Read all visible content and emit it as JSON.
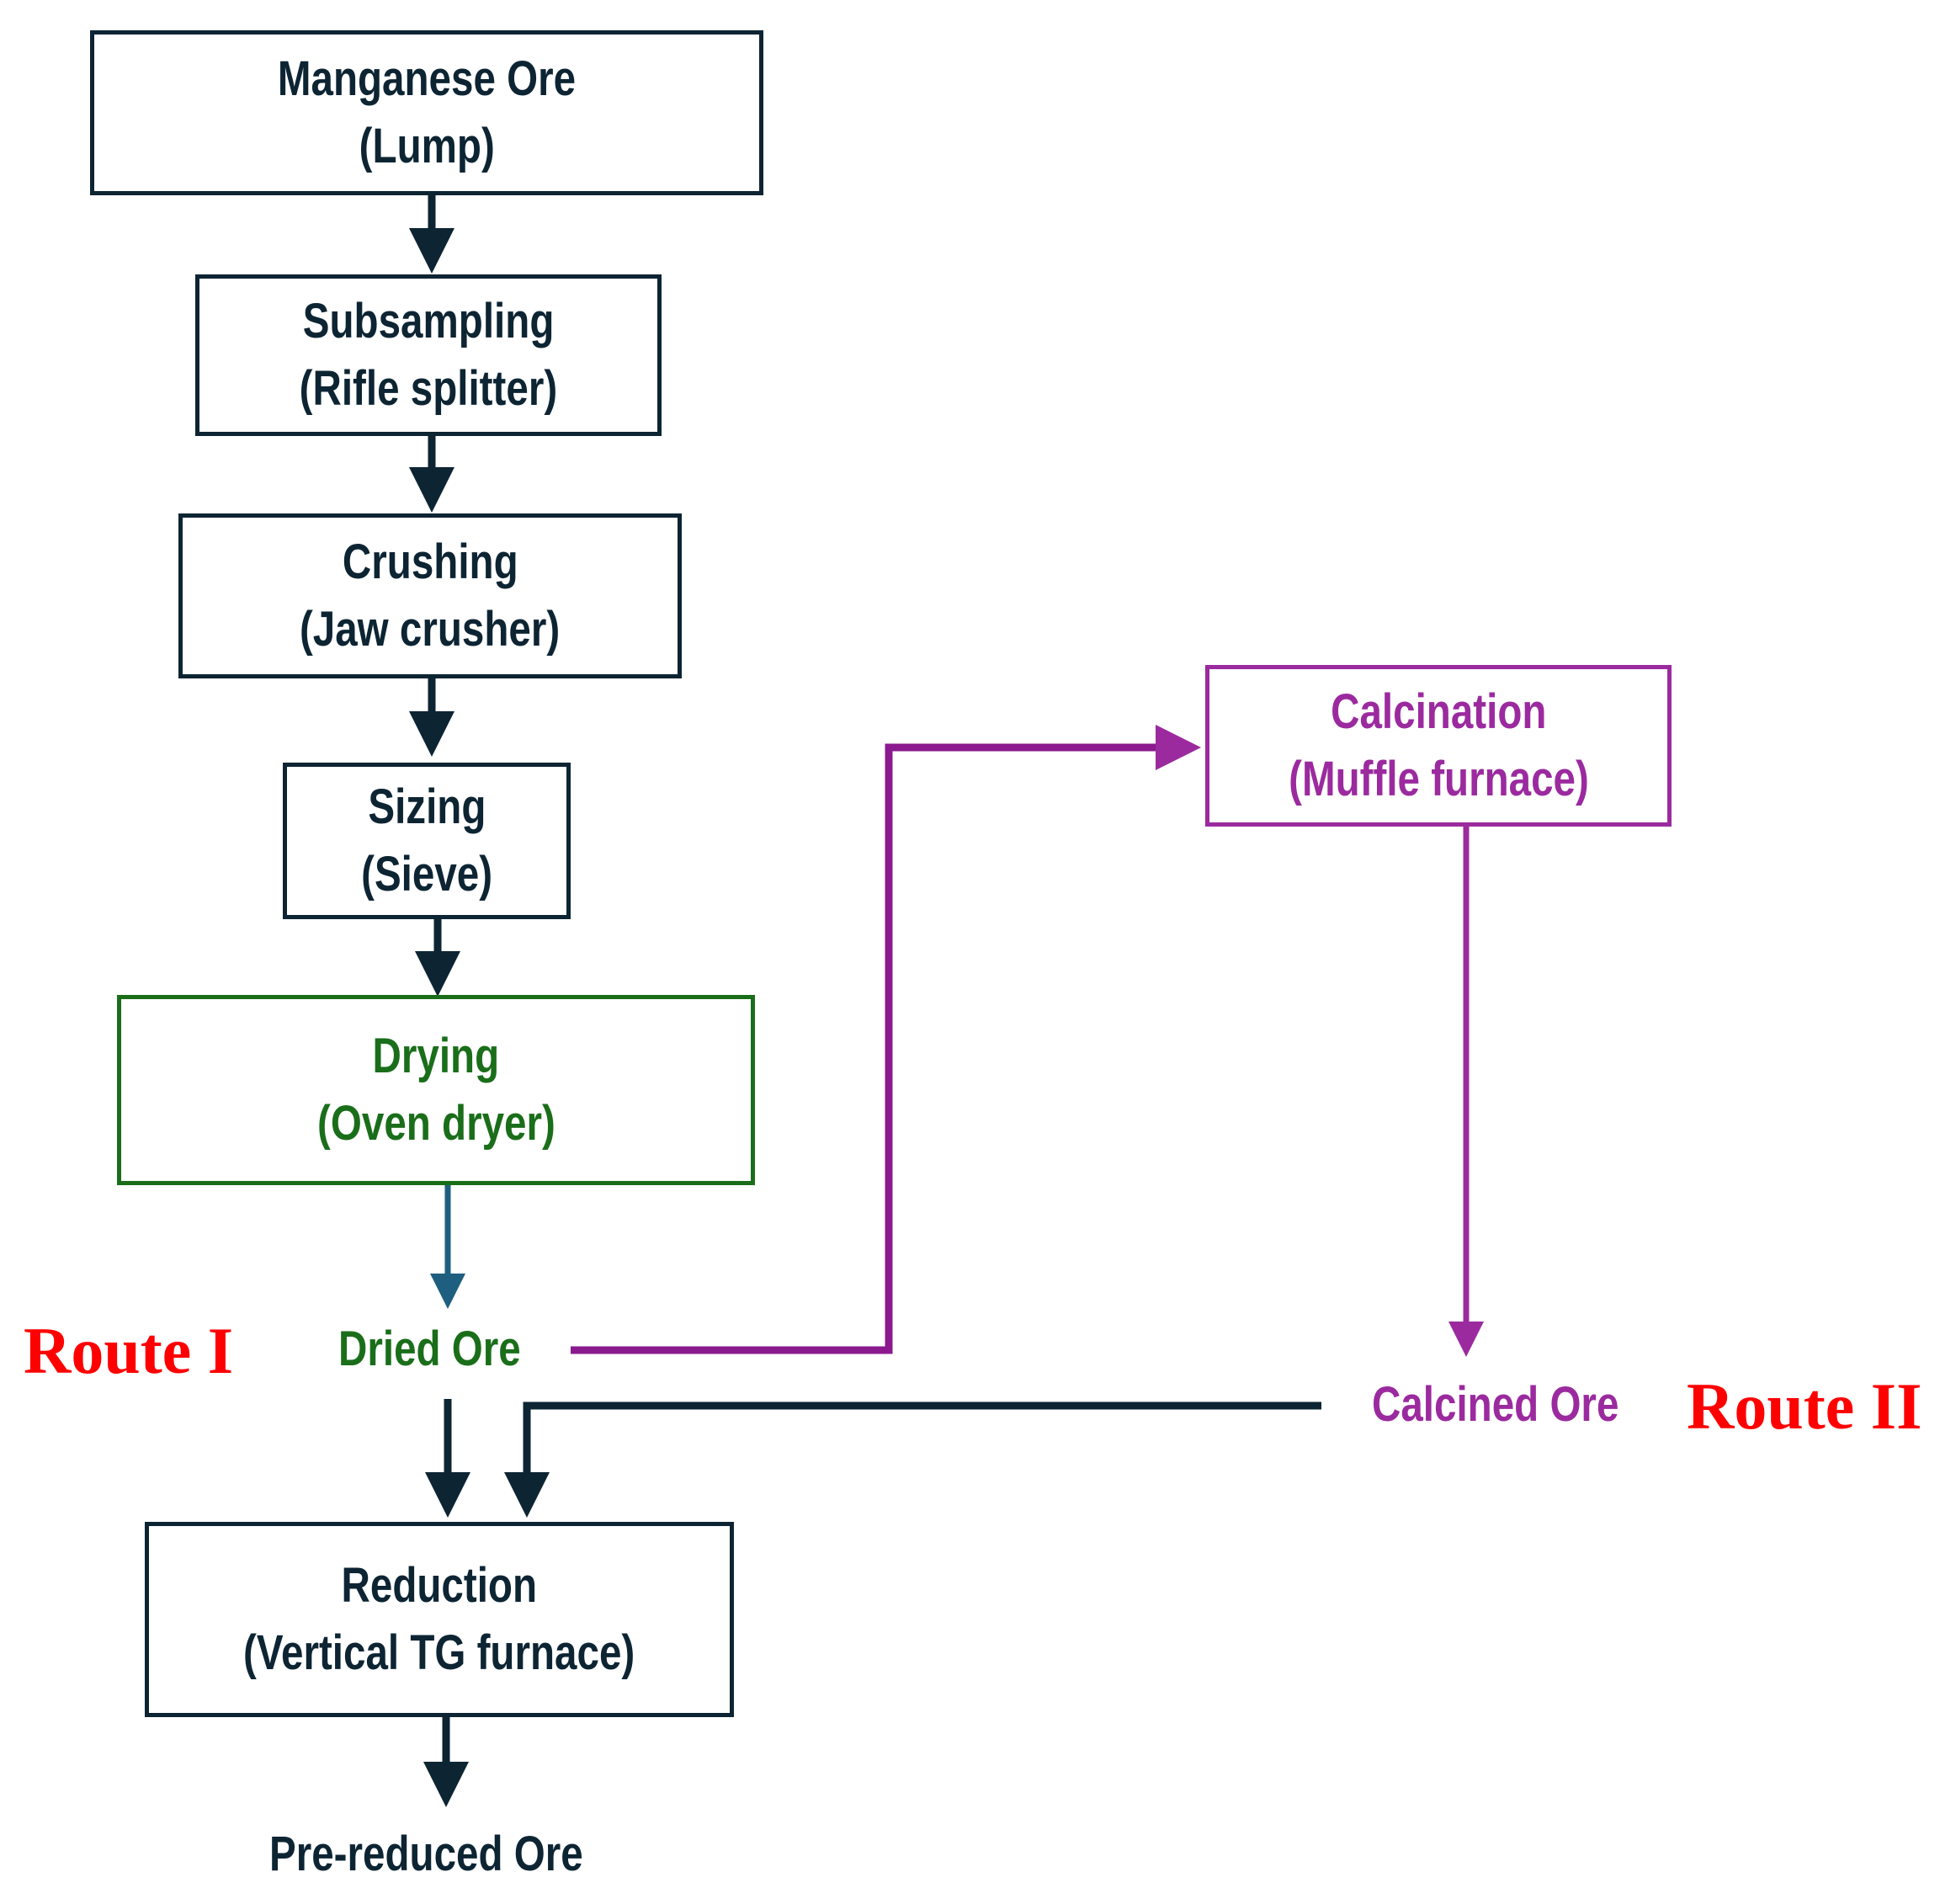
{
  "steps": {
    "ore": {
      "title": "Manganese Ore",
      "subtitle": "(Lump)"
    },
    "subsampling": {
      "title": "Subsampling",
      "subtitle": "(Rifle splitter)"
    },
    "crushing": {
      "title": "Crushing",
      "subtitle": "(Jaw crusher)"
    },
    "sizing": {
      "title": "Sizing",
      "subtitle": "(Sieve)"
    },
    "drying": {
      "title": "Drying",
      "subtitle": "(Oven dryer)"
    },
    "calcination": {
      "title": "Calcination",
      "subtitle": "(Muffle furnace)"
    },
    "reduction": {
      "title": "Reduction",
      "subtitle": "(Vertical TG furnace)"
    }
  },
  "labels": {
    "dried_ore": "Dried Ore",
    "calcined_ore": "Calcined Ore",
    "pre_reduced_ore": "Pre-reduced Ore",
    "route_1": "Route I",
    "route_2": "Route II"
  },
  "colors": {
    "main": "#0d2433",
    "drying": "#1a6e1a",
    "calcination": "#9b2a9f",
    "route": "#ff0000",
    "dried_arrow": "#1e5f7f"
  }
}
